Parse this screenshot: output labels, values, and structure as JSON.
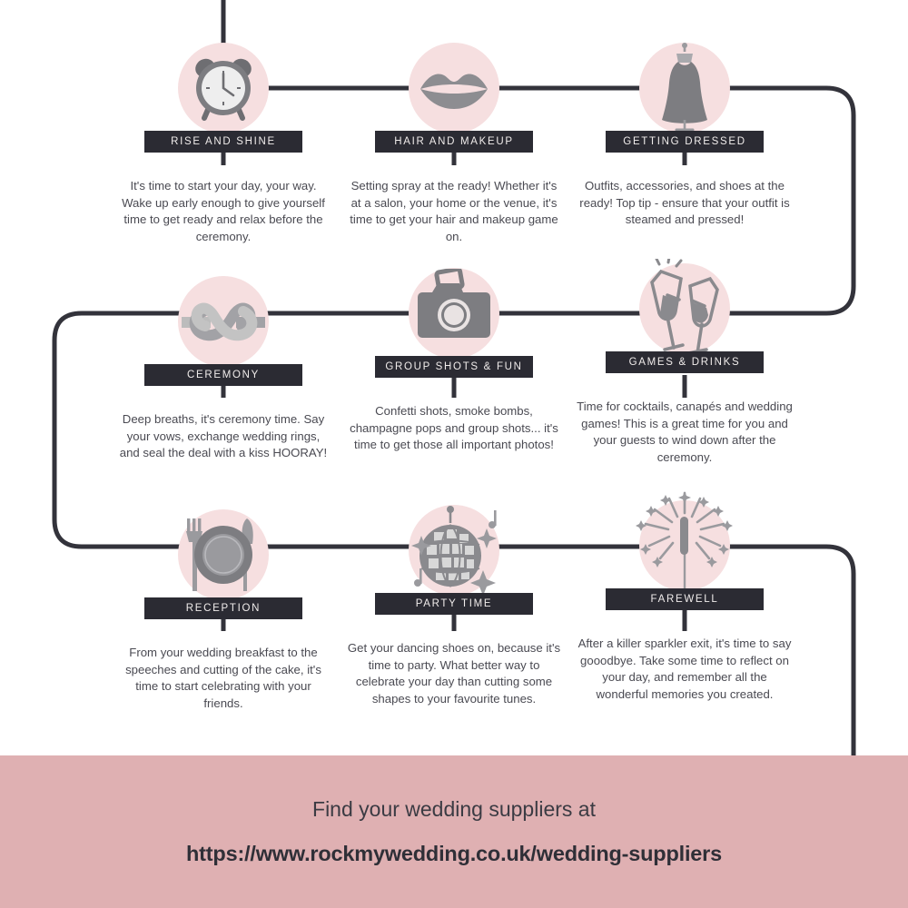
{
  "theme": {
    "page_background": "#ffffff",
    "circle_pink": "#f6dfe0",
    "label_bar_dark": "#2b2b33",
    "label_text": "#f0eceb",
    "body_text": "#4a4a52",
    "connector_line": "#33333b",
    "footer_background": "#dfb0b2",
    "icon_grey": "#8a8a8a",
    "icon_grey_light": "#b3b3b3"
  },
  "steps": [
    {
      "id": "rise-and-shine",
      "label": "RISE AND SHINE",
      "icon": "alarm-clock-icon",
      "description": "It's time to start your day, your way. Wake up early enough to give yourself time to get ready and relax before the ceremony."
    },
    {
      "id": "hair-and-makeup",
      "label": "HAIR AND MAKEUP",
      "icon": "lips-icon",
      "description": "Setting spray at the ready! Whether it's at a salon, your home or the venue, it's time to get your hair and makeup game on."
    },
    {
      "id": "getting-dressed",
      "label": "GETTING DRESSED",
      "icon": "dress-mannequin-icon",
      "description": "Outfits, accessories, and shoes at the ready! Top tip - ensure that your outfit is steamed and pressed!"
    },
    {
      "id": "ceremony",
      "label": "CEREMONY",
      "icon": "knot-rings-icon",
      "description": "Deep breaths, it's ceremony time. Say your vows, exchange wedding rings, and seal the deal with a kiss HOORAY!"
    },
    {
      "id": "group-shots-and-fun",
      "label": "GROUP SHOTS & FUN",
      "icon": "camera-icon",
      "description": "Confetti shots, smoke bombs, champagne pops and group shots... it's time to get those all important photos!"
    },
    {
      "id": "games-and-drinks",
      "label": "GAMES & DRINKS",
      "icon": "champagne-glasses-icon",
      "description": "Time for cocktails, canapés and wedding games! This is a great time for you and your guests to wind down after the ceremony."
    },
    {
      "id": "reception",
      "label": "RECEPTION",
      "icon": "plate-cutlery-icon",
      "description": "From your wedding breakfast to the speeches and cutting of the cake, it's time to start celebrating with your friends."
    },
    {
      "id": "party-time",
      "label": "PARTY TIME",
      "icon": "disco-ball-icon",
      "description": "Get your dancing shoes on, because it's time to party. What better way to celebrate your day than cutting some shapes to your favourite tunes."
    },
    {
      "id": "farewell",
      "label": "FAREWELL",
      "icon": "sparkler-icon",
      "description": "After a killer sparkler exit, it's time to say gooodbye. Take some time to reflect on your day, and remember all the wonderful memories you created."
    }
  ],
  "footer": {
    "prompt": "Find your wedding suppliers at",
    "url": "https://www.rockmywedding.co.uk/wedding-suppliers"
  }
}
